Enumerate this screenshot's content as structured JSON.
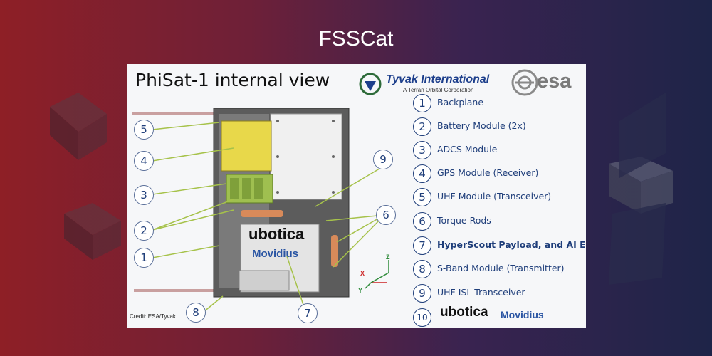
{
  "slide": {
    "title": "FSSCat"
  },
  "panel": {
    "title": "PhiSat-1 internal view",
    "credit": "Credit: ESA/Tyvak",
    "logos": {
      "tyvak_name": "Tyvak International",
      "tyvak_sub": "A Terran Orbital Corporation",
      "esa_text": "esa",
      "ubotica": "ubotica",
      "movidius": "Movidius"
    },
    "legend": [
      {
        "num": "1",
        "label": "Backplane"
      },
      {
        "num": "2",
        "label": "Battery Module (2x)"
      },
      {
        "num": "3",
        "label": "ADCS Module"
      },
      {
        "num": "4",
        "label": "GPS Module (Receiver)"
      },
      {
        "num": "5",
        "label": "UHF Module (Transceiver)"
      },
      {
        "num": "6",
        "label": "Torque Rods"
      },
      {
        "num": "7",
        "label": "HyperScout Payload, and AI Engine"
      },
      {
        "num": "8",
        "label": "S-Band Module (Transmitter)"
      },
      {
        "num": "9",
        "label": "UHF ISL Transceiver"
      },
      {
        "num": "10",
        "label": ""
      }
    ],
    "callouts": [
      "5",
      "4",
      "3",
      "2",
      "1",
      "8",
      "7",
      "9",
      "6"
    ],
    "axes": {
      "x": "X",
      "y": "Y",
      "z": "Z"
    },
    "colors": {
      "module_yellow": "#e8d84a",
      "battery_green": "#9fbf50",
      "torque_rod": "#d88a5a",
      "frame_gray": "#6f6f6f",
      "legend_blue": "#1f3e7a"
    }
  }
}
